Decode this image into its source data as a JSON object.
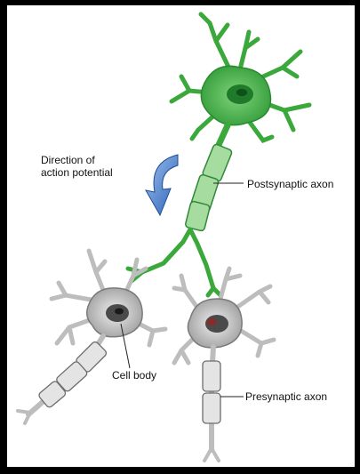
{
  "labels": {
    "direction_line1": "Direction of",
    "direction_line2": "action potential",
    "postsynaptic_axon": "Postsynaptic axon",
    "cell_body": "Cell body",
    "presynaptic_axon": "Presynaptic axon"
  },
  "colors": {
    "postsynaptic_neuron": "#3aa83a",
    "postsynaptic_dark": "#1f7a2a",
    "presynaptic_neuron": "#c9c9c9",
    "arrow": "#3b73c8",
    "frame": "#000000",
    "background": "#ffffff"
  }
}
